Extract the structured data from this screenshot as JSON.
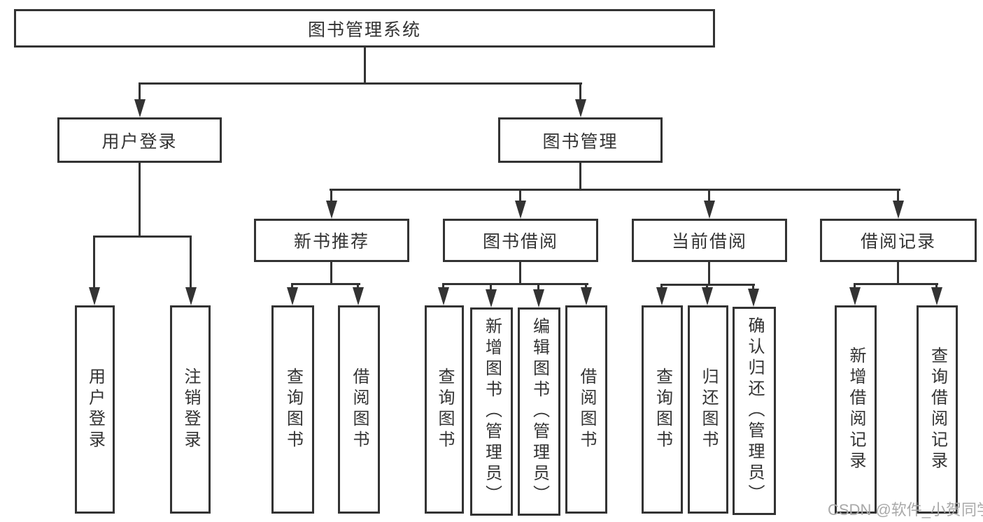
{
  "diagram": {
    "type": "hierarchy-tree",
    "tree": {
      "label": "图书管理系统",
      "children": [
        {
          "label": "用户登录",
          "children": [
            {
              "label": "用户登录"
            },
            {
              "label": "注销登录"
            }
          ]
        },
        {
          "label": "图书管理",
          "children": [
            {
              "label": "新书推荐",
              "children": [
                {
                  "label": "查询图书"
                },
                {
                  "label": "借阅图书"
                }
              ]
            },
            {
              "label": "图书借阅",
              "children": [
                {
                  "label": "查询图书"
                },
                {
                  "label": "新增图书（管理员）"
                },
                {
                  "label": "编辑图书（管理员）"
                },
                {
                  "label": "借阅图书"
                }
              ]
            },
            {
              "label": "当前借阅",
              "children": [
                {
                  "label": "查询图书"
                },
                {
                  "label": "归还图书"
                },
                {
                  "label": "确认归还（管理员）"
                }
              ]
            },
            {
              "label": "借阅记录",
              "children": [
                {
                  "label": "新增借阅记录"
                },
                {
                  "label": "查询借阅记录"
                }
              ]
            }
          ]
        }
      ]
    },
    "colors": {
      "line": "#333333",
      "text": "#333333",
      "box_background": "#ffffff",
      "page_background": "#ffffff",
      "watermark": "#a9a9a9"
    }
  },
  "watermark": "CSDN @软件_小贺同学"
}
